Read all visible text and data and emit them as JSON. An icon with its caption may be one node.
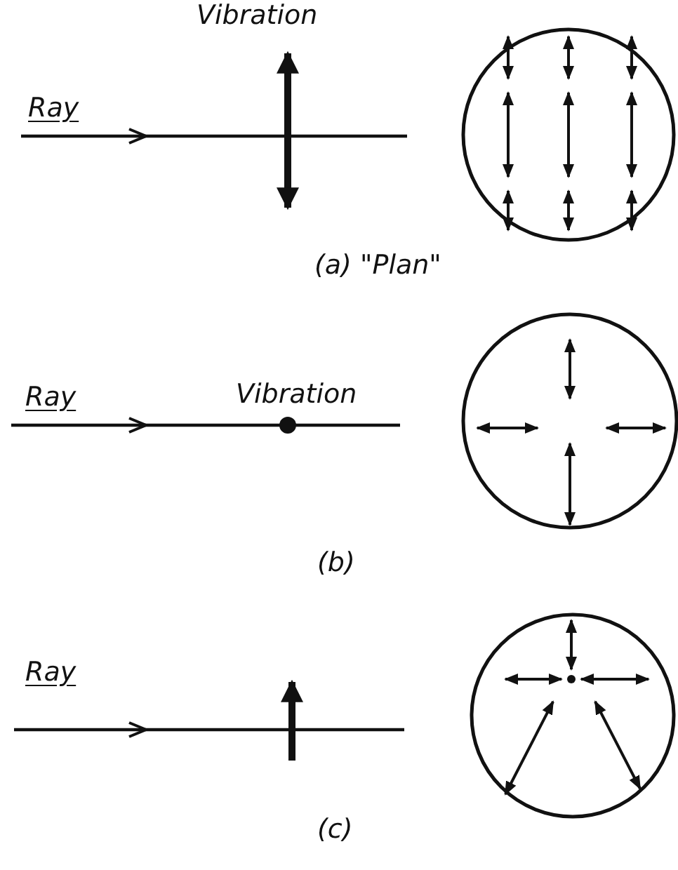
{
  "diagram": {
    "labels": [
      "Vibration",
      "Ray",
      "(a) \"Plan\"",
      "Ray",
      "Vibration",
      "(b)",
      "Ray",
      "(c)"
    ]
  }
}
